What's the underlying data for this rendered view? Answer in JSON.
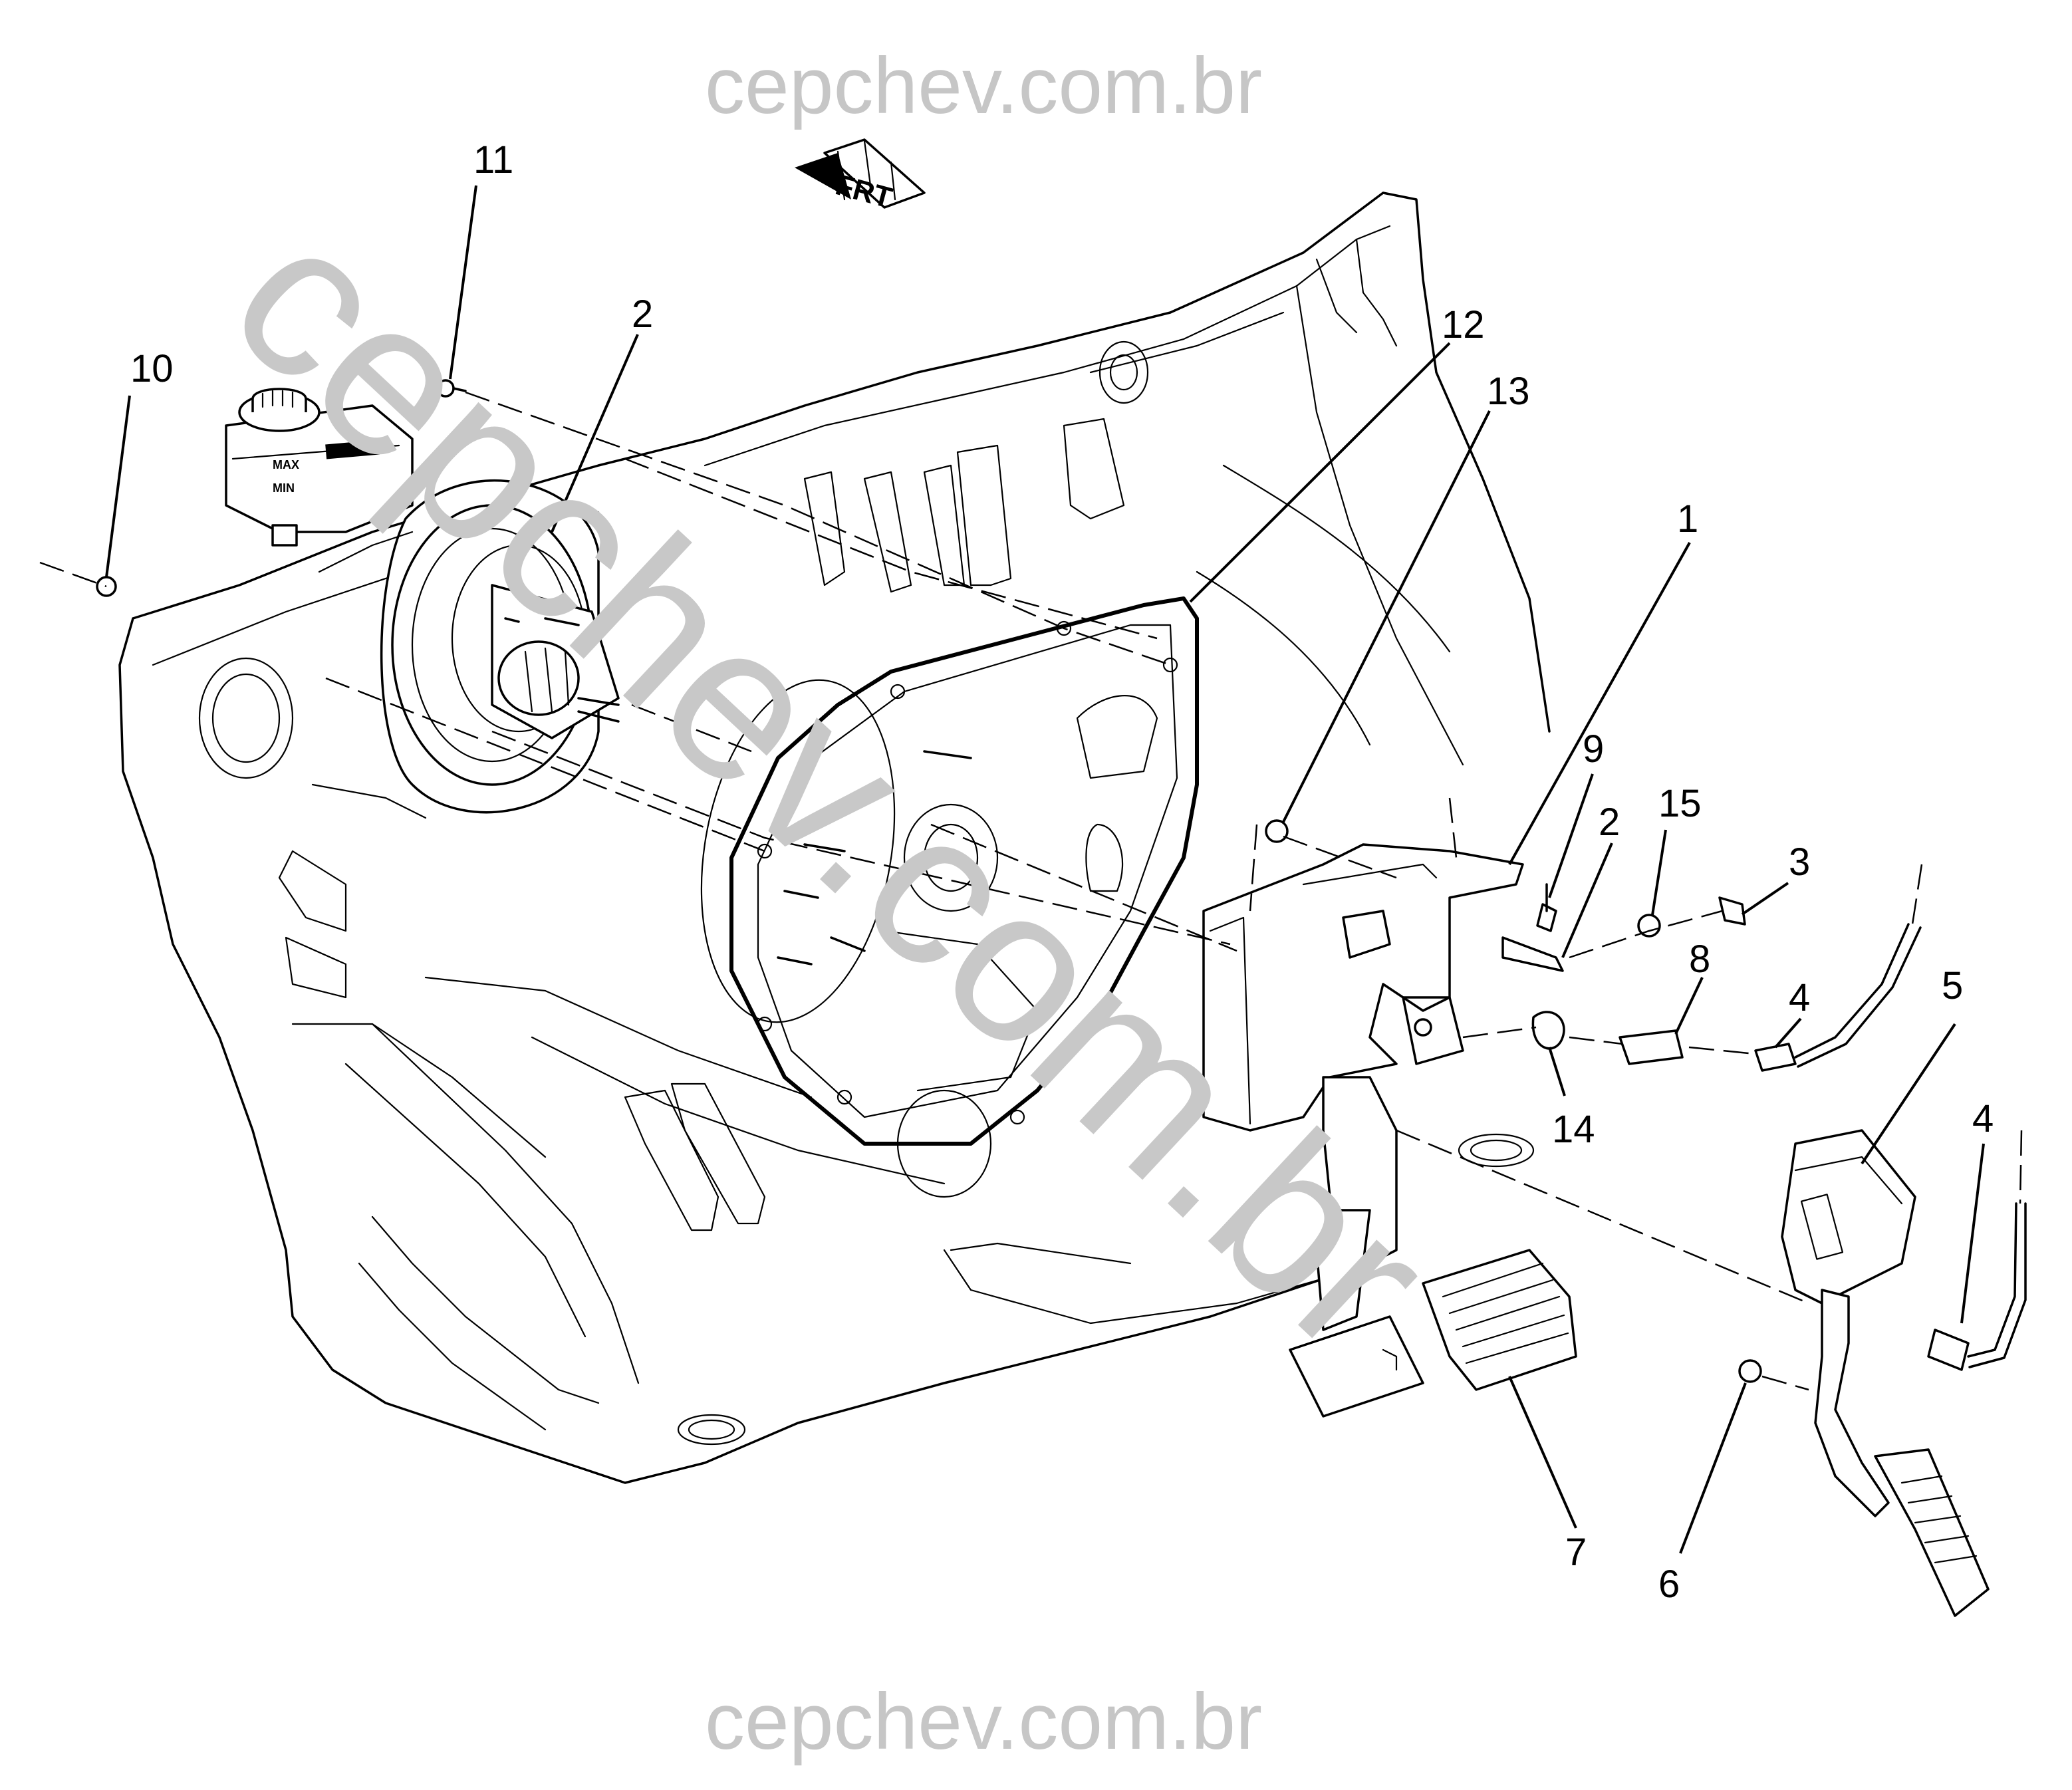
{
  "watermark": {
    "top": "cepchev.com.br",
    "diagonal": "cepchev.com.br",
    "bottom": "cepchev.com.br"
  },
  "orientation_marker": {
    "label": "FRT"
  },
  "reservoir_marks": {
    "max": "MAX",
    "min": "MIN"
  },
  "callouts": [
    {
      "id": "c1",
      "label": "1"
    },
    {
      "id": "c2a",
      "label": "2"
    },
    {
      "id": "c2b",
      "label": "2"
    },
    {
      "id": "c3",
      "label": "3"
    },
    {
      "id": "c4a",
      "label": "4"
    },
    {
      "id": "c4b",
      "label": "4"
    },
    {
      "id": "c5",
      "label": "5"
    },
    {
      "id": "c6",
      "label": "6"
    },
    {
      "id": "c7",
      "label": "7"
    },
    {
      "id": "c8",
      "label": "8"
    },
    {
      "id": "c9",
      "label": "9"
    },
    {
      "id": "c10",
      "label": "10"
    },
    {
      "id": "c11",
      "label": "11"
    },
    {
      "id": "c12",
      "label": "12"
    },
    {
      "id": "c13",
      "label": "13"
    },
    {
      "id": "c14",
      "label": "14"
    },
    {
      "id": "c15",
      "label": "15"
    }
  ]
}
